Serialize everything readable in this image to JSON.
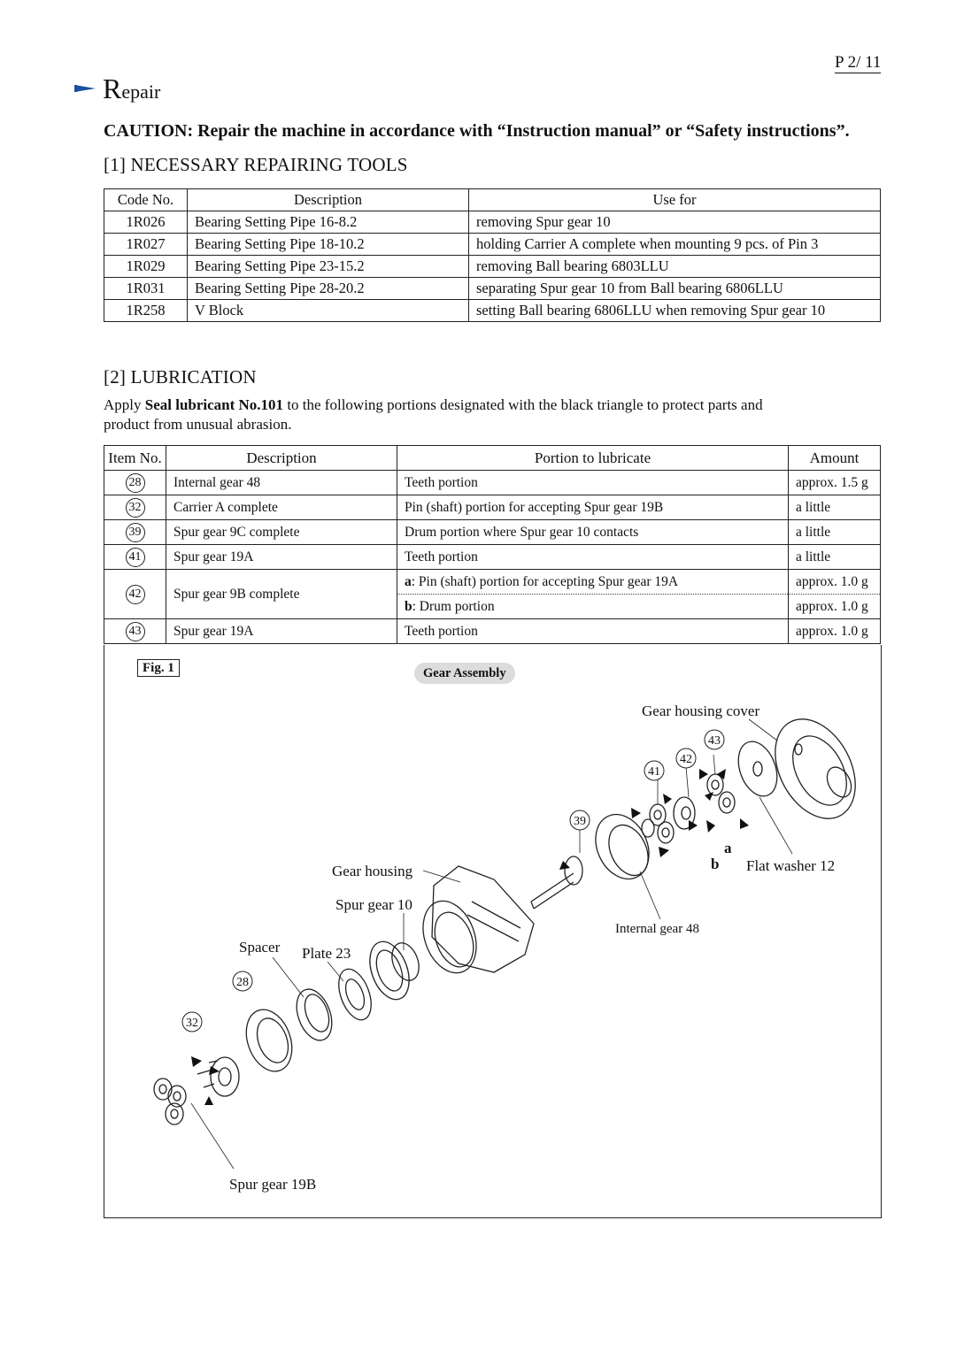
{
  "page_number": "P  2/ 11",
  "header": {
    "title_initial": "R",
    "title_rest": "epair"
  },
  "caution": "CAUTION: Repair the machine in accordance with “Instruction  manual” or “Safety instructions”.",
  "tools_section": {
    "title": "[1] NECESSARY REPAIRING TOOLS",
    "headers": [
      "Code No.",
      "Description",
      "Use for"
    ],
    "rows": [
      [
        "1R026",
        "Bearing Setting Pipe 16-8.2",
        "removing Spur gear 10"
      ],
      [
        "1R027",
        "Bearing Setting Pipe 18-10.2",
        "holding Carrier A complete when mounting 9 pcs. of  Pin 3"
      ],
      [
        "1R029",
        "Bearing Setting Pipe 23-15.2",
        "removing Ball bearing 6803LLU"
      ],
      [
        "1R031",
        "Bearing Setting Pipe 28-20.2",
        "separating Spur gear 10 from Ball bearing 6806LLU"
      ],
      [
        "1R258",
        "V Block",
        "setting Ball bearing 6806LLU when removing Spur gear 10"
      ]
    ]
  },
  "lubrication_section": {
    "title": "[2] LUBRICATION",
    "para_pre": "Apply ",
    "para_bold": "Seal lubricant No.101",
    "para_post": " to the following portions designated with the black triangle to protect parts and product from unusual abrasion.",
    "headers": [
      "Item No.",
      "Description",
      "Portion to lubricate",
      "Amount"
    ],
    "rows": [
      {
        "item": "28",
        "description": "Internal gear 48",
        "portion": "Teeth portion",
        "amount": "approx. 1.5 g"
      },
      {
        "item": "32",
        "description": "Carrier A complete",
        "portion": "Pin (shaft) portion for accepting Spur gear 19B",
        "amount": "a little"
      },
      {
        "item": "39",
        "description": "Spur gear 9C complete",
        "portion": "Drum portion where Spur gear 10 contacts",
        "amount": "a little"
      },
      {
        "item": "41",
        "description": "Spur gear 19A",
        "portion": "Teeth portion",
        "amount": "a little"
      },
      {
        "item": "42",
        "description": "Spur gear 9B complete",
        "portion_a_key": "a",
        "portion_a": ": Pin (shaft) portion for accepting Spur gear 19A",
        "amount_a": "approx. 1.0 g",
        "portion_b_key": "b",
        "portion_b": ": Drum portion",
        "amount_b": "approx. 1.0 g"
      },
      {
        "item": "43",
        "description": "Spur gear 19A",
        "portion": "Teeth portion",
        "amount": "approx. 1.0 g"
      }
    ]
  },
  "figure": {
    "label": "Fig. 1",
    "title": "Gear Assembly",
    "labels": {
      "gear_housing_cover": "Gear housing cover",
      "gear_housing": "Gear housing",
      "spur_gear_10": "Spur gear 10",
      "spacer": "Spacer",
      "plate_23": "Plate 23",
      "internal_gear_48": "Internal gear 48",
      "flat_washer_12": "Flat washer 12",
      "spur_gear_19b": "Spur gear 19B",
      "a": "a",
      "b": "b"
    },
    "callouts": {
      "c43": "43",
      "c42": "42",
      "c41": "41",
      "c39": "39",
      "c28": "28",
      "c32": "32"
    }
  }
}
